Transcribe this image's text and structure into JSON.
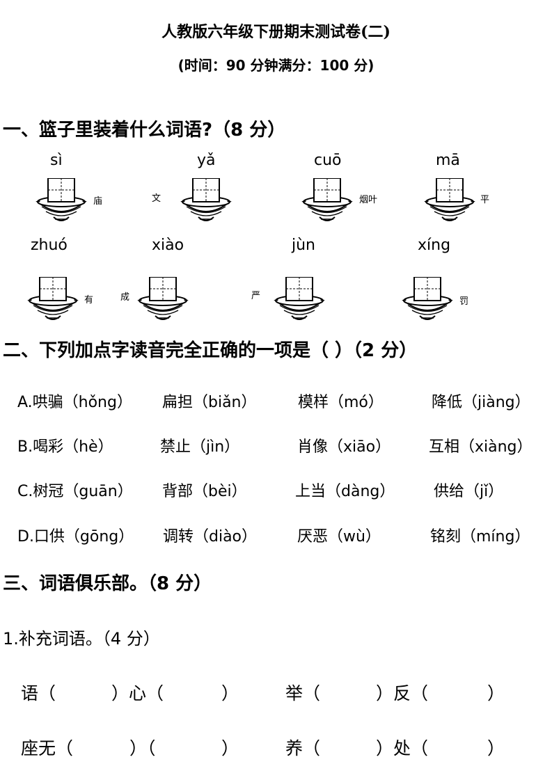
{
  "header": {
    "title": "人教版六年级下册期末测试卷(二)",
    "subtitle": "(时间：90 分钟满分：100 分)"
  },
  "q1": {
    "heading": "一、篮子里装着什么词语?（8 分）",
    "items": [
      {
        "pinyin": "sì",
        "right": "庙"
      },
      {
        "pinyin": "yǎ",
        "left": "文"
      },
      {
        "pinyin": "cuō",
        "right": "烟叶"
      },
      {
        "pinyin": "mā",
        "right": "平"
      },
      {
        "pinyin": "zhuó",
        "right": "有"
      },
      {
        "pinyin": "xiào",
        "left": "成"
      },
      {
        "pinyin": "jùn",
        "left": "严"
      },
      {
        "pinyin": "xíng",
        "right": "罚"
      }
    ]
  },
  "q2": {
    "heading": "二、下列加点字读音完全正确的一项是（          ）（2 分）",
    "rows": [
      [
        "A.哄骗（hǒng）",
        "扁担（biǎn）",
        "模样（mó）",
        "降低（jiàng）"
      ],
      [
        "B.喝彩（hè）",
        "禁止（jìn）",
        "肖像（xiāo）",
        "互相（xiàng）"
      ],
      [
        "C.树冠（guān）",
        "背部（bèi）",
        "上当（dàng）",
        "供给（jǐ）"
      ],
      [
        "D.口供（gōng）",
        "调转（diào）",
        "厌恶（wù）",
        "铭刻（míng）"
      ]
    ]
  },
  "q3": {
    "heading": "三、词语俱乐部。（8 分）",
    "sub1": "1.补充词语。（4 分）",
    "fill": [
      [
        "语（",
        "）心（",
        "）",
        "举（",
        "）反（",
        "）"
      ],
      [
        "座无（",
        "）（",
        "）",
        "养（",
        "）处（",
        "）"
      ]
    ]
  }
}
